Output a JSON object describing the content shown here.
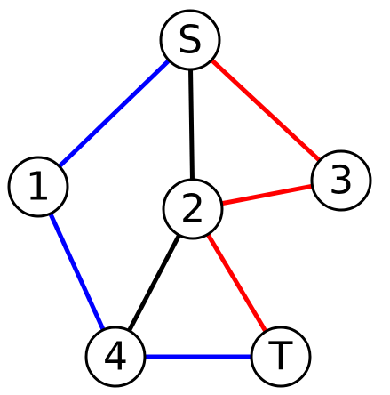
{
  "colors": {
    "blue": "#0000ff",
    "red": "#ff0000",
    "black": "#000000"
  },
  "nodes": [
    {
      "id": "S",
      "label": "S"
    },
    {
      "id": "1",
      "label": "1"
    },
    {
      "id": "2",
      "label": "2"
    },
    {
      "id": "3",
      "label": "3"
    },
    {
      "id": "4",
      "label": "4"
    },
    {
      "id": "T",
      "label": "T"
    }
  ],
  "edges": [
    {
      "from": "S",
      "to": "1",
      "color": "#0000ff"
    },
    {
      "from": "S",
      "to": "2",
      "color": "#000000"
    },
    {
      "from": "S",
      "to": "3",
      "color": "#ff0000"
    },
    {
      "from": "1",
      "to": "4",
      "color": "#0000ff"
    },
    {
      "from": "2",
      "to": "3",
      "color": "#ff0000"
    },
    {
      "from": "2",
      "to": "4",
      "color": "#000000"
    },
    {
      "from": "2",
      "to": "T",
      "color": "#ff0000"
    },
    {
      "from": "4",
      "to": "T",
      "color": "#0000ff"
    }
  ]
}
